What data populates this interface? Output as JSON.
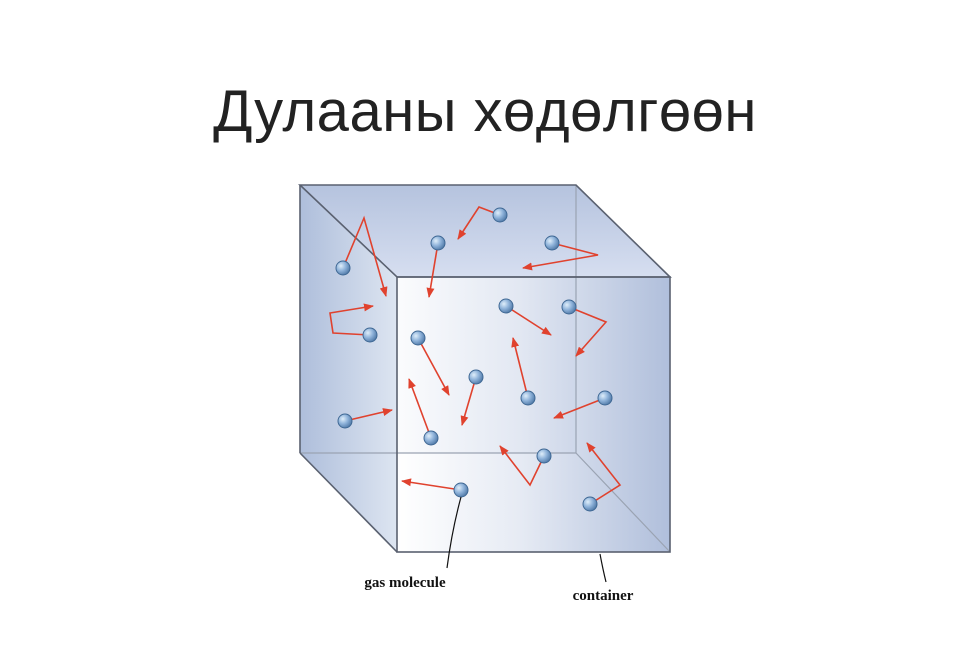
{
  "title": "Дулааны хөдөлгөөн",
  "labels": {
    "gas_molecule": "gas molecule",
    "container": "container"
  },
  "colors": {
    "box_edge": "#5a6170",
    "arrow": "#e0422e",
    "molecule": "#7ea6d2"
  }
}
